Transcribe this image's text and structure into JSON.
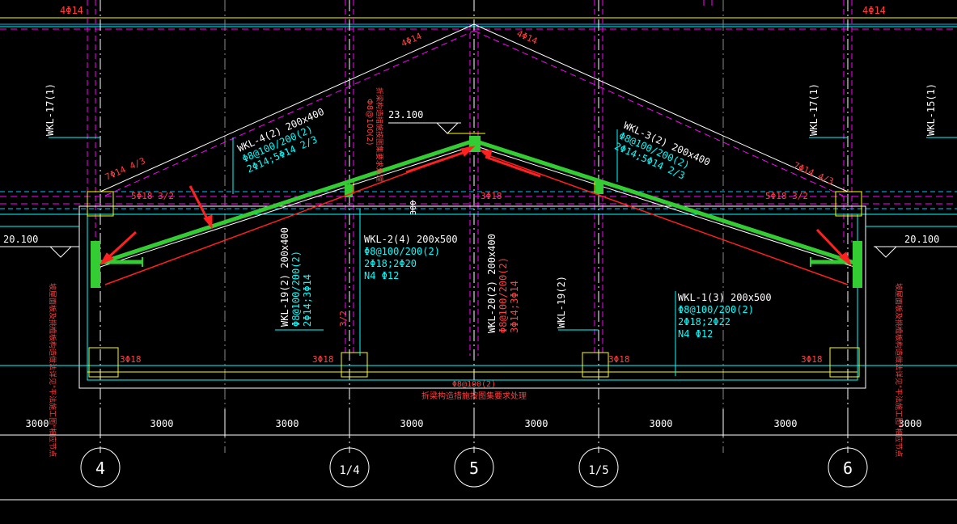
{
  "colors": {
    "background": "#000000",
    "grid_axis": "#ffffff",
    "dash_magenta": "#ff00ff",
    "cyan": "#00ffff",
    "rebar_green": "#33cc33",
    "red": "#ff2020",
    "yellow": "#ffff00"
  },
  "labels": {
    "top_left_bars": "4Φ14",
    "top_right_bars": "4Φ14",
    "slope_left_bars": "4Φ14",
    "slope_right_bars": "4Φ14",
    "ridge_elevation": "23.100",
    "left_elevation": "20.100",
    "right_elevation": "20.100",
    "wkl17_left": "WKL-17(1)",
    "wkl17_right": "WKL-17(1)",
    "wkl15_right": "WKL-15(1)",
    "wkl4": {
      "name": "WKL-4(2) 200x400",
      "stirrup": "Φ8@100/200(2)",
      "bars": "2Φ14;5Φ14 2/3"
    },
    "wkl3": {
      "name": "WKL-3(2) 200x400",
      "stirrup": "Φ8@100/200(2)",
      "bars": "2Φ14;5Φ14 2/3"
    },
    "wkl2": {
      "name": "WKL-2(4) 200x500",
      "stirrup": "Φ8@100/200(2)",
      "bars": "2Φ18;2Φ20",
      "side": "N4 Φ12"
    },
    "wkl1": {
      "name": "WKL-1(3) 200x500",
      "stirrup": "Φ8@100/200(2)",
      "bars": "2Φ18;2Φ22",
      "side": "N4 Φ12"
    },
    "wkl19": {
      "name": "WKL-19(2) 200x400",
      "stirrup": "Φ8@100/200(2)",
      "bars": "2Φ14;3Φ14"
    },
    "wkl20": {
      "name": "WKL-20(2) 200x400",
      "stirrup": "Φ8@100/200(2)",
      "bars": "3Φ14;3Φ14"
    },
    "wkl19_right": "WKL-19(2)",
    "bars_3_2": "3/2",
    "eave_left_bars": "7Φ14 4/3",
    "eave_right_bars": "7Φ14 4/3",
    "mid_left_bars": "5Φ18 3/2",
    "mid_right_bars": "5Φ18 3/2",
    "center_bars": "3Φ18",
    "dim_300": "300",
    "bottom_bars": [
      "3Φ18",
      "3Φ18",
      "3Φ18",
      "3Φ18"
    ],
    "ridge_stirrup": "Φ8@100(2)",
    "ridge_note_vertical": "Φ8@100(2) 折梁构造措施按图集要求处理",
    "bottom_stirrup": "Φ8@100(2)",
    "bottom_note": "折梁构造措施按图集要求处理",
    "left_note": "坡屋面板及挑檐板构造做法详见\"平法施工图\"相应节点",
    "right_note": "坡屋面板及挑檐板构造做法详见\"平法施工图\"相应节点"
  },
  "dimensions": [
    "3000",
    "3000",
    "3000",
    "3000",
    "3000",
    "3000",
    "3000",
    "3000"
  ],
  "axes": [
    "4",
    "1/4",
    "5",
    "1/5",
    "6"
  ]
}
